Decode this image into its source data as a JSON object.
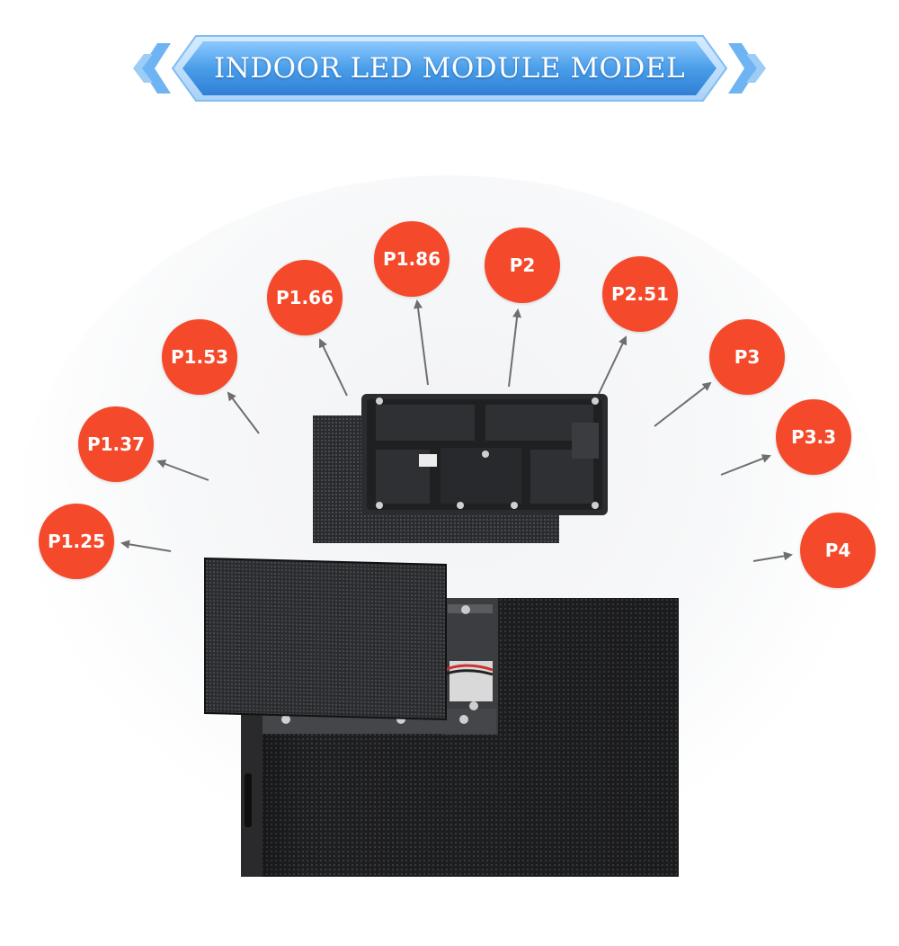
{
  "title": "INDOOR LED MODULE MODEL",
  "colors": {
    "banner_blue": "#4a9ee8",
    "badge_red": "#f4492a",
    "arrow_gray": "#6e6e6e"
  },
  "models": [
    {
      "label": "P1.25"
    },
    {
      "label": "P1.37"
    },
    {
      "label": "P1.53"
    },
    {
      "label": "P1.66"
    },
    {
      "label": "P1.86"
    },
    {
      "label": "P2"
    },
    {
      "label": "P2.51"
    },
    {
      "label": "P3"
    },
    {
      "label": "P3.3"
    },
    {
      "label": "P4"
    }
  ]
}
